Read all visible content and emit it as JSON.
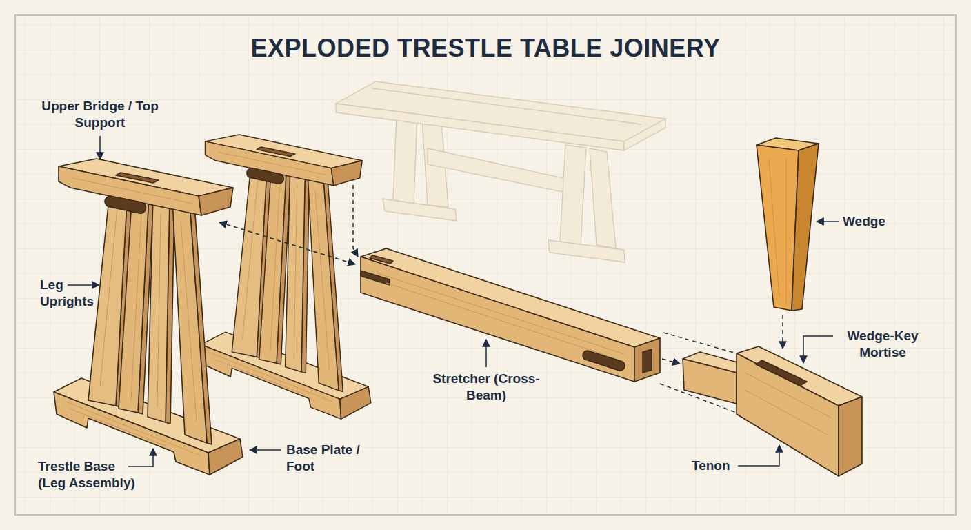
{
  "diagram": {
    "title": "EXPLODED TRESTLE TABLE JOINERY",
    "labels": [
      "Upper Bridge / Top Support",
      "Leg Uprights",
      "Trestle Base (Leg Assembly)",
      "Base Plate / Foot",
      "Stretcher (Cross-Beam)",
      "Wedge",
      "Wedge-Key Mortise",
      "Tenon"
    ]
  }
}
